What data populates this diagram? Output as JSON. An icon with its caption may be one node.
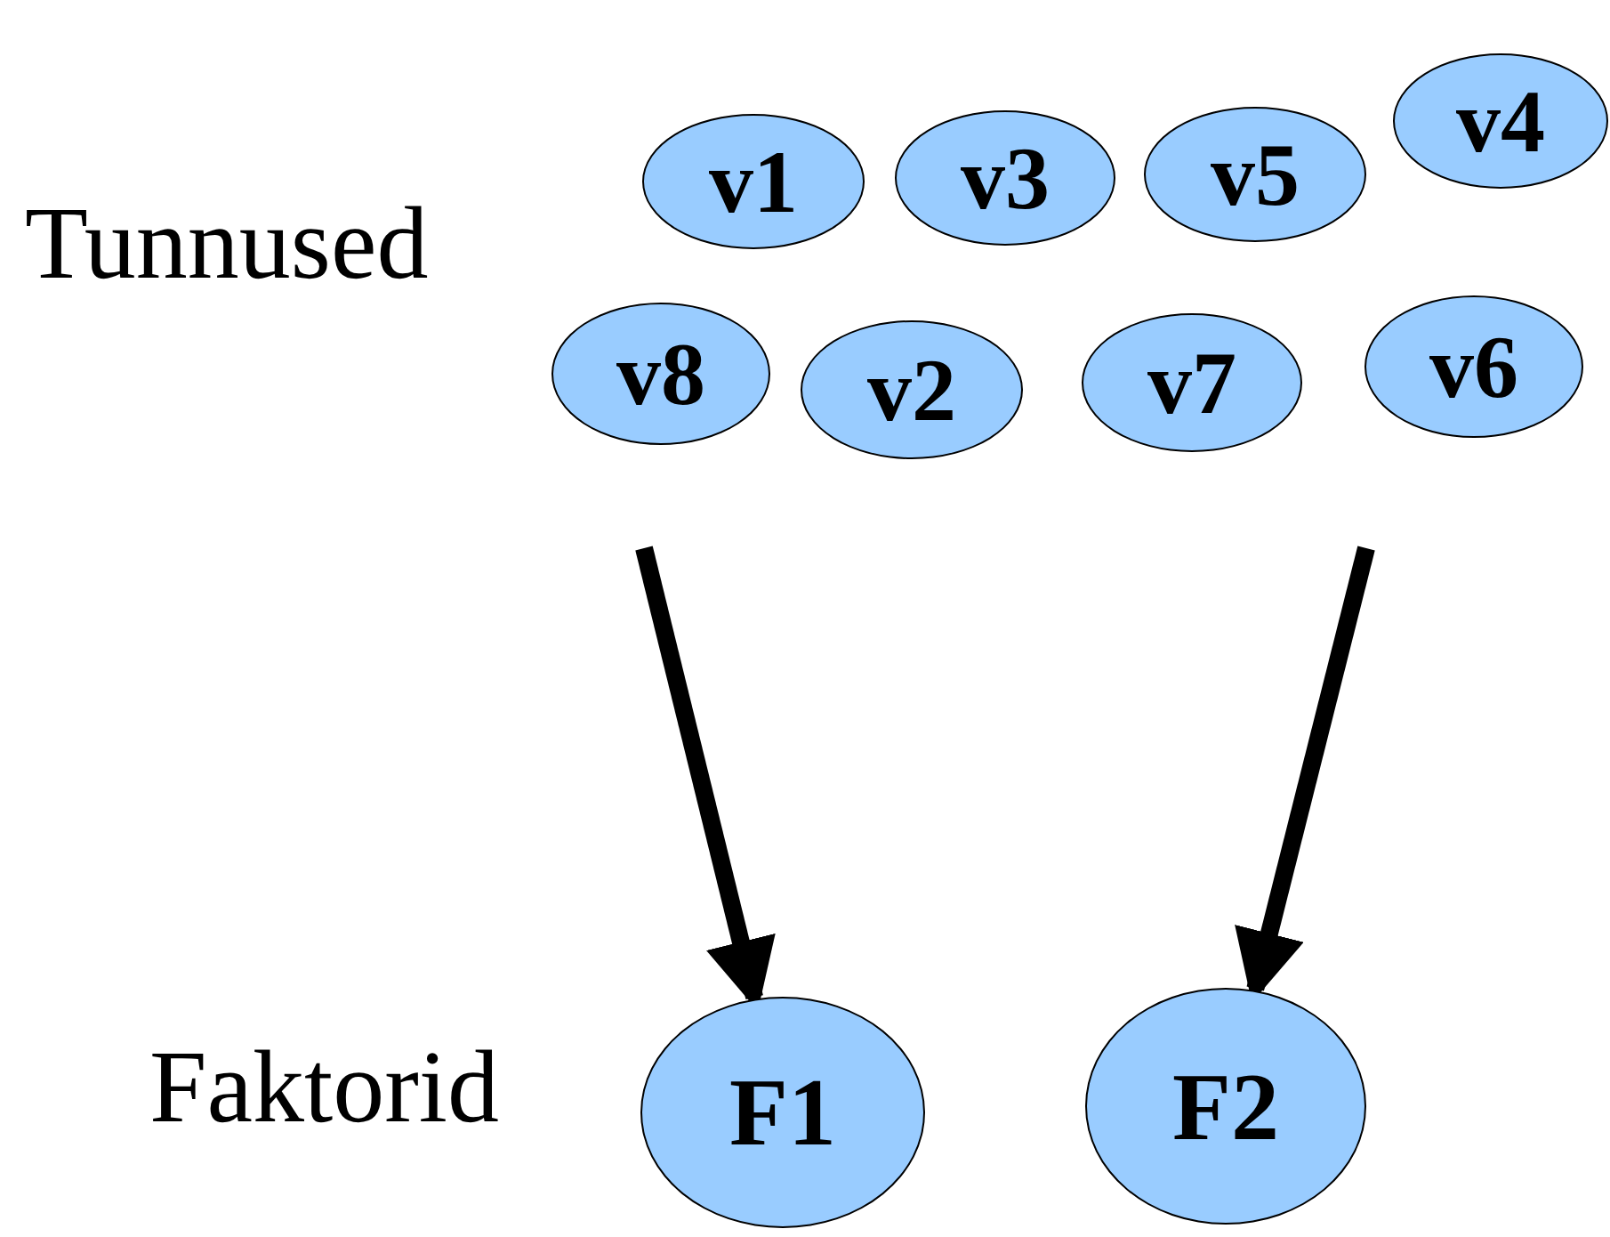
{
  "diagram": {
    "nodes": [
      {
        "text": [
          "v1"
        ]
      },
      {
        "text": [
          "v3"
        ]
      },
      {
        "text": [
          "v5"
        ]
      },
      {
        "text": [
          "v4"
        ]
      },
      {
        "text": [
          "v8"
        ]
      },
      {
        "text": [
          "v2"
        ]
      },
      {
        "text": [
          "v7"
        ]
      },
      {
        "text": [
          "v6"
        ]
      },
      {
        "text": [
          "F1"
        ]
      },
      {
        "text": [
          "F2"
        ]
      }
    ],
    "edges": [
      {
        "from": null,
        "to": 8,
        "arrow": "to"
      },
      {
        "from": null,
        "to": 9,
        "arrow": "to"
      }
    ],
    "labels": [
      "Tunnused",
      "Faktorid"
    ]
  }
}
